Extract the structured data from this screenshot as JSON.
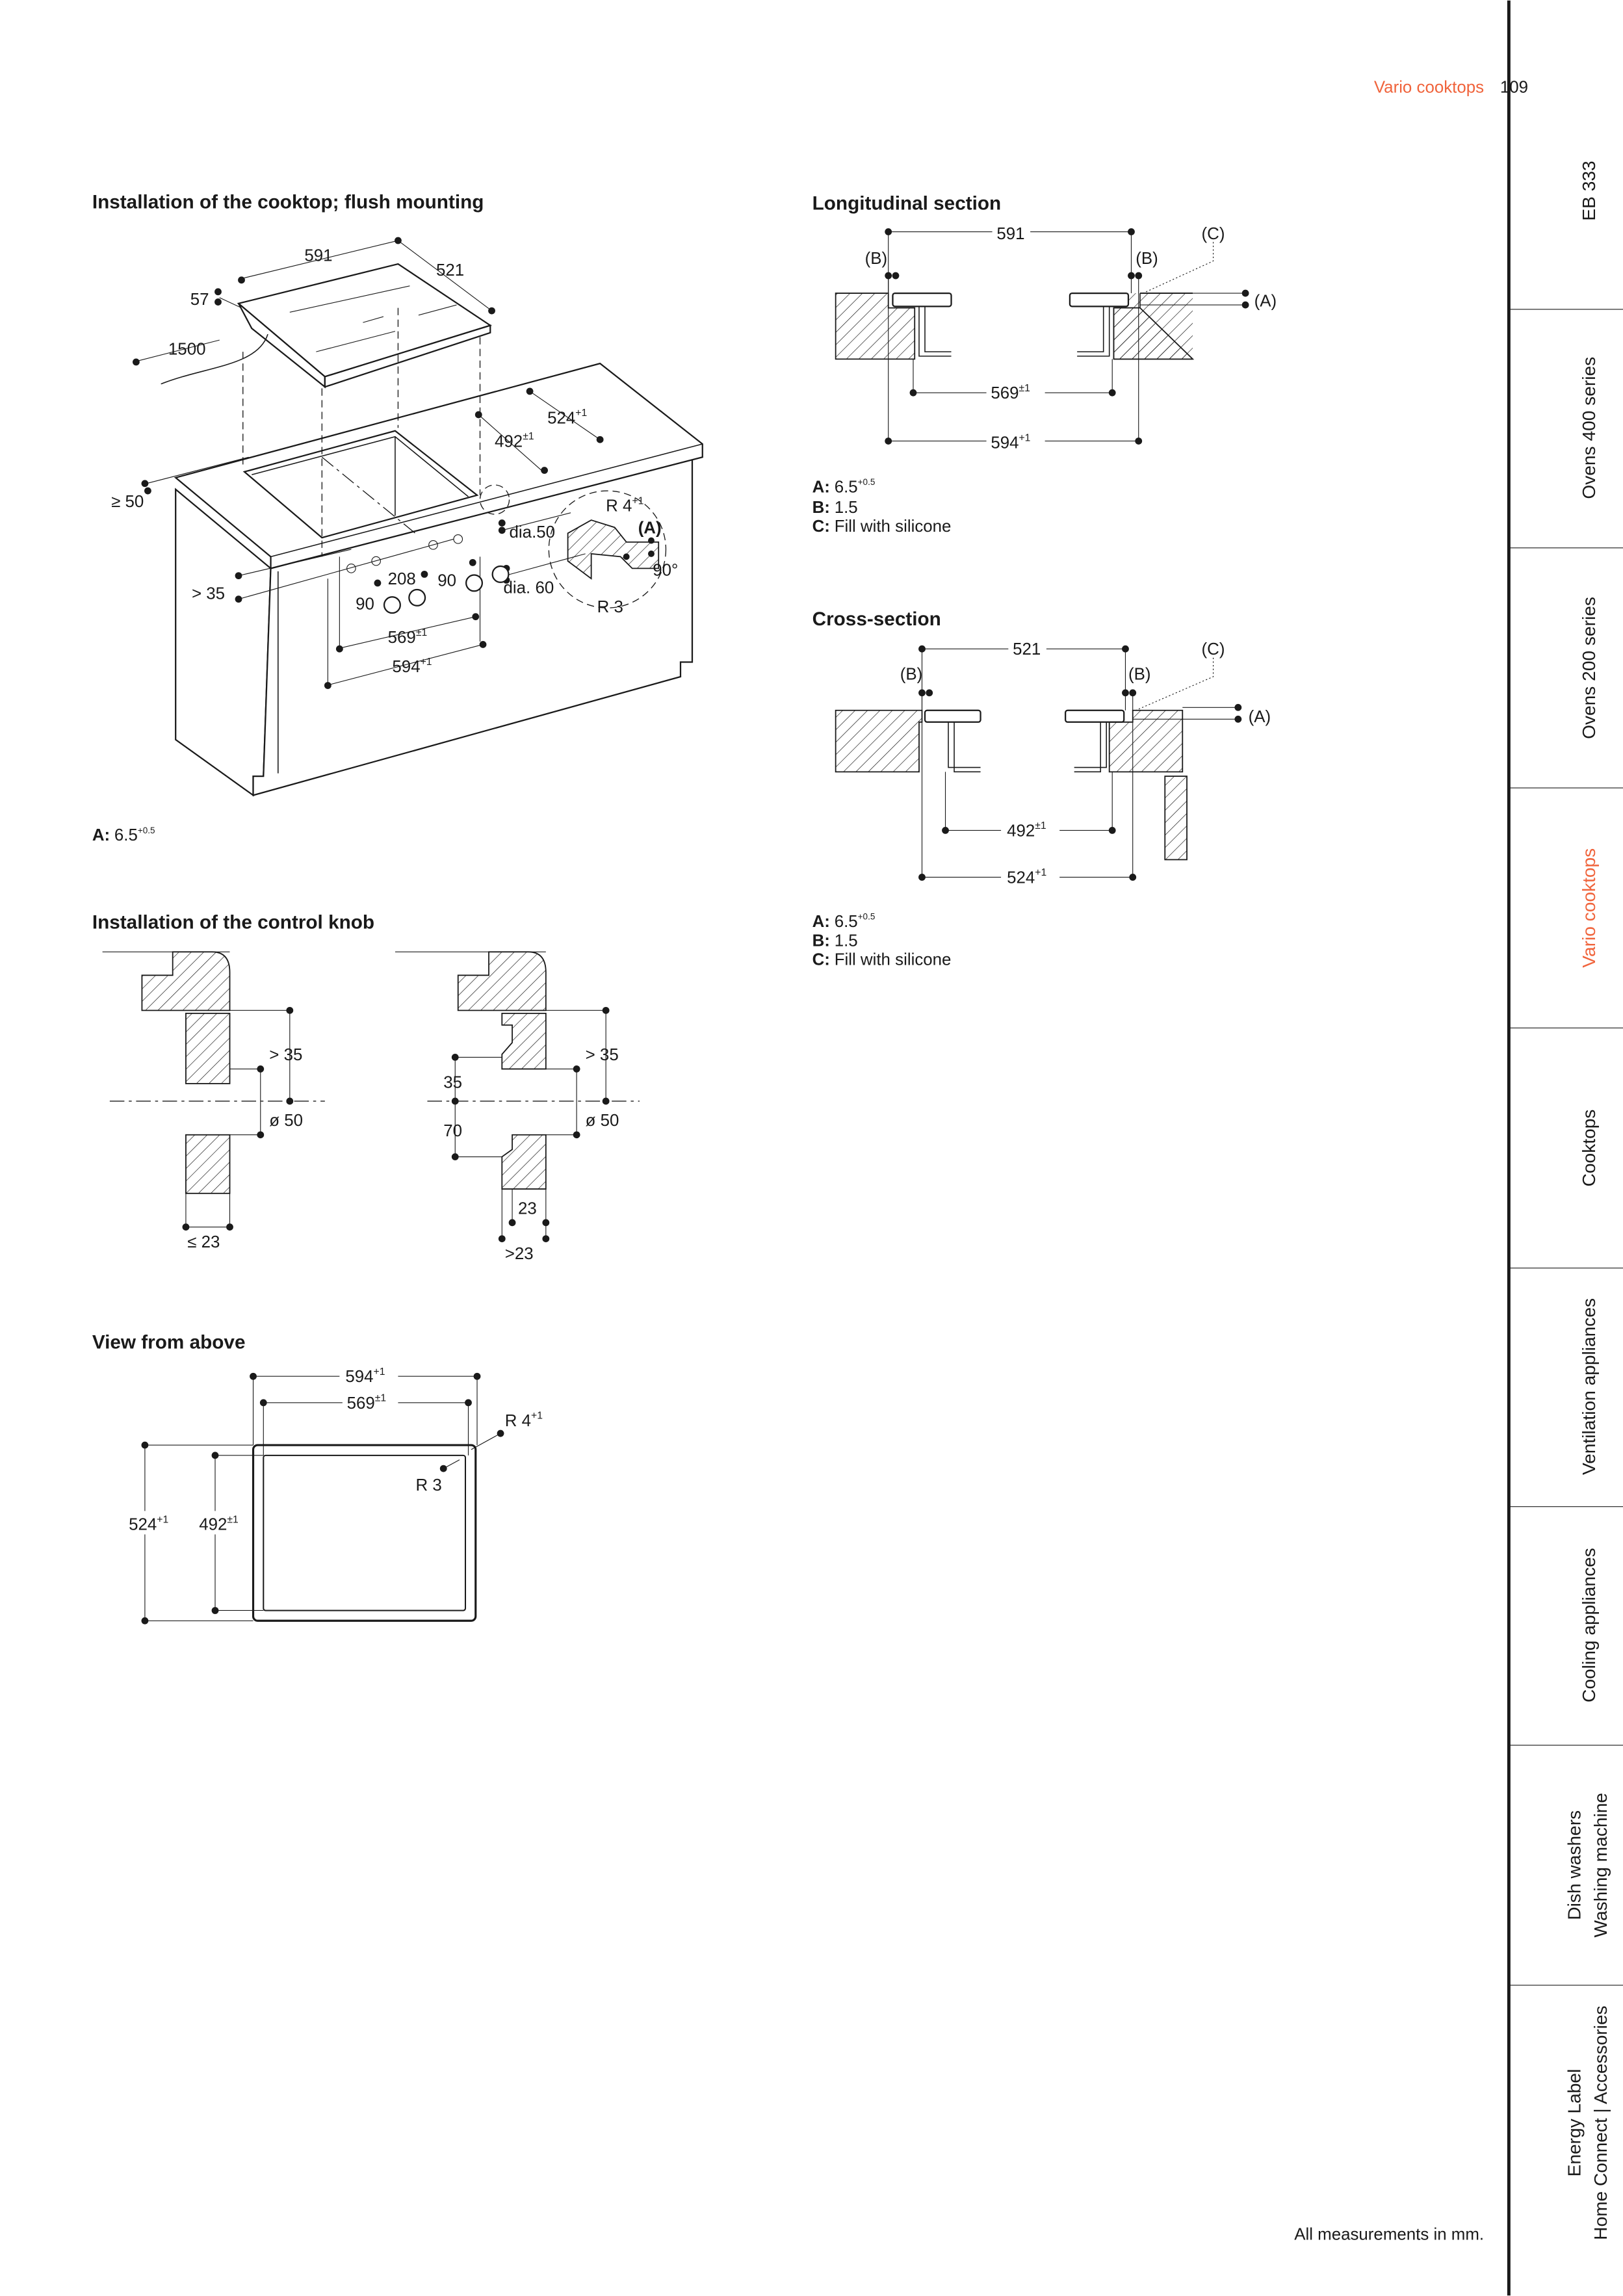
{
  "header": {
    "section": "Vario cooktops",
    "page": "109",
    "accent_color": "#f0643c"
  },
  "sidebar": {
    "items": [
      {
        "label": "EB 333"
      },
      {
        "label": "Ovens 400 series"
      },
      {
        "label": "Ovens 200 series"
      },
      {
        "label": "Vario cooktops",
        "active": true
      },
      {
        "label": "Cooktops"
      },
      {
        "label": "Ventilation appliances"
      },
      {
        "label": "Cooling appliances"
      },
      {
        "label": "Dish washers",
        "label2": "Washing machine"
      },
      {
        "label": "Energy Label",
        "label2": "Home Connect | Accessories"
      }
    ]
  },
  "flush": {
    "title": "Installation of the cooktop; flush mounting",
    "d591": "591",
    "d521": "521",
    "d57": "57",
    "d1500": "1500",
    "d524": "524",
    "d524_sup": "+1",
    "d492": "492",
    "d492_sup": "±1",
    "d50": "≥ 50",
    "d35": "> 35",
    "d208": "208",
    "d90a": "90",
    "d90b": "90",
    "dia50": "dia.50",
    "dia60": "dia. 60",
    "d569": "569",
    "d569_sup": "±1",
    "d594": "594",
    "d594_sup": "+1",
    "r4": "R 4",
    "r4_sup": "+1",
    "a": "(A)",
    "deg90": "90°",
    "r3": "R 3",
    "note_key": "A:",
    "note_val": "6.5",
    "note_sup": "+0.5"
  },
  "knob": {
    "title": "Installation of the control knob",
    "left": {
      "gt35": "> 35",
      "dia50": "ø 50",
      "le23": "≤ 23"
    },
    "right": {
      "gt35": "> 35",
      "d35": "35",
      "d70": "70",
      "dia50": "ø 50",
      "d23": "23",
      "gt23": ">23"
    }
  },
  "above": {
    "title": "View from above",
    "d594": "594",
    "d594_sup": "+1",
    "d569": "569",
    "d569_sup": "±1",
    "r4": "R 4",
    "r4_sup": "+1",
    "r3": "R 3",
    "d524": "524",
    "d524_sup": "+1",
    "d492": "492",
    "d492_sup": "±1"
  },
  "longitudinal": {
    "title": "Longitudinal section",
    "d591": "591",
    "b": "(B)",
    "c": "(C)",
    "a": "(A)",
    "d569": "569",
    "d569_sup": "±1",
    "d594": "594",
    "d594_sup": "+1",
    "legend": [
      {
        "key": "A:",
        "val": "6.5",
        "sup": "+0.5"
      },
      {
        "key": "B:",
        "val": "1.5"
      },
      {
        "key": "C:",
        "val": "Fill with silicone"
      }
    ]
  },
  "cross": {
    "title": "Cross-section",
    "d521": "521",
    "b": "(B)",
    "c": "(C)",
    "a": "(A)",
    "d492": "492",
    "d492_sup": "±1",
    "d524": "524",
    "d524_sup": "+1",
    "legend": [
      {
        "key": "A:",
        "val": "6.5",
        "sup": "+0.5"
      },
      {
        "key": "B:",
        "val": "1.5"
      },
      {
        "key": "C:",
        "val": "Fill with silicone"
      }
    ]
  },
  "footer": {
    "note": "All measurements in mm."
  }
}
